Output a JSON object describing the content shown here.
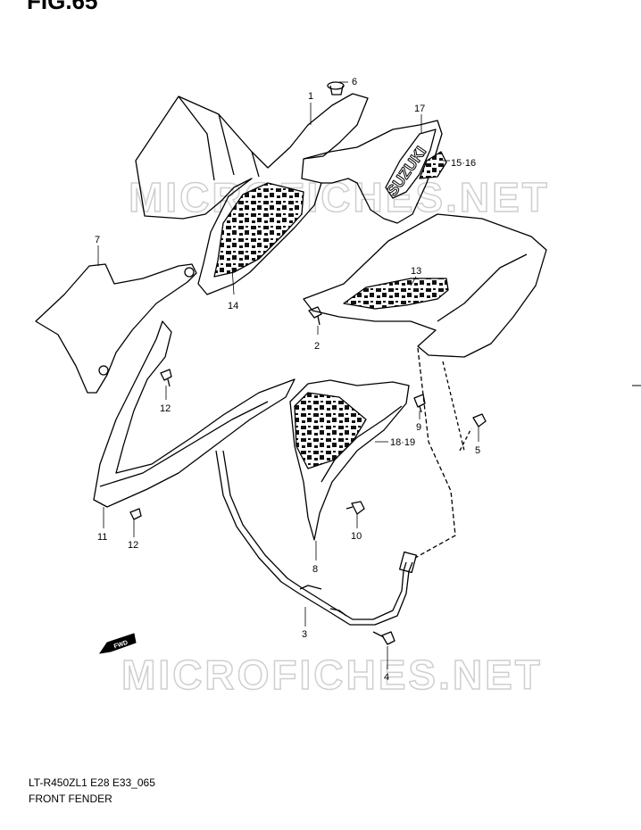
{
  "figure": {
    "label": "FIG.65"
  },
  "footer": {
    "model_code": "LT-R450ZL1 E28 E33_065",
    "caption": "FRONT FENDER"
  },
  "watermark": {
    "text": "MICROFICHES.NET"
  },
  "decals": {
    "brand": "SUZUKI",
    "fwd": "FWD"
  },
  "callouts": [
    "1",
    "6",
    "17",
    "15·16",
    "7",
    "14",
    "13",
    "2",
    "12",
    "9",
    "5",
    "18·19",
    "11",
    "12",
    "10",
    "8",
    "3",
    "4"
  ],
  "colors": {
    "line": "#000000",
    "watermark": "#d0d0d0",
    "decal_fill": "#1a1a1a"
  }
}
